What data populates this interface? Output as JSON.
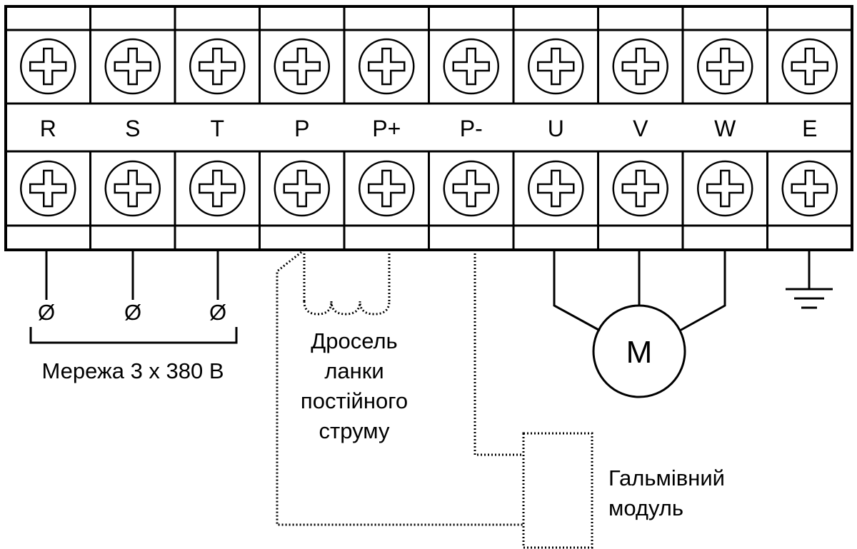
{
  "terminals": [
    "R",
    "S",
    "T",
    "P",
    "P+",
    "P-",
    "U",
    "V",
    "W",
    "E"
  ],
  "captions": {
    "mains": "Мережа 3 х 380 В",
    "choke": [
      "Дросель",
      "ланки",
      "постійного",
      "струму"
    ],
    "brake": [
      "Гальмівний",
      "модуль"
    ],
    "motor": "M"
  },
  "symbols": {
    "mains_terminal": "Ø",
    "screw": "screw-icon",
    "ground": "ground-icon"
  }
}
